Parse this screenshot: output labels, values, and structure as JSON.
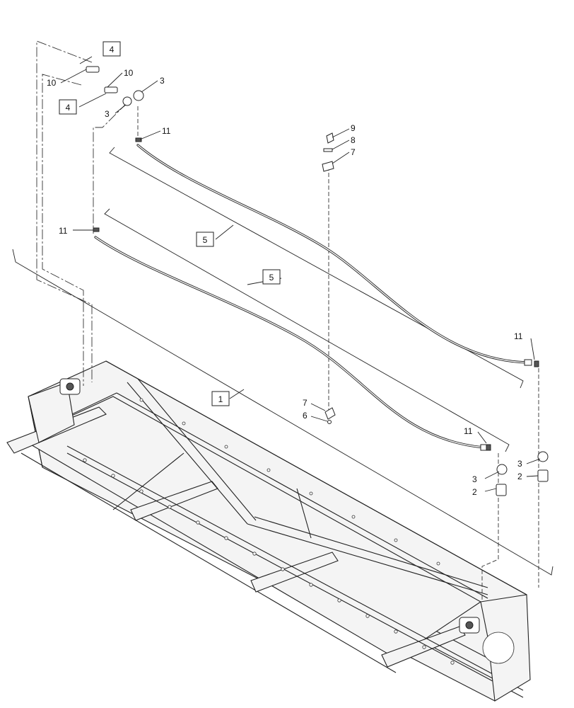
{
  "callouts": {
    "c1": "1",
    "c2a": "2",
    "c2b": "2",
    "c3a": "3",
    "c3b": "3",
    "c3c": "3",
    "c3d": "3",
    "c4a": "4",
    "c4b": "4",
    "c5a": "5",
    "c5b": "5",
    "c6": "6",
    "c7a": "7",
    "c7b": "7",
    "c8": "8",
    "c9": "9",
    "c10a": "10",
    "c10b": "10",
    "c11a": "11",
    "c11b": "11",
    "c11c": "11",
    "c11d": "11"
  }
}
